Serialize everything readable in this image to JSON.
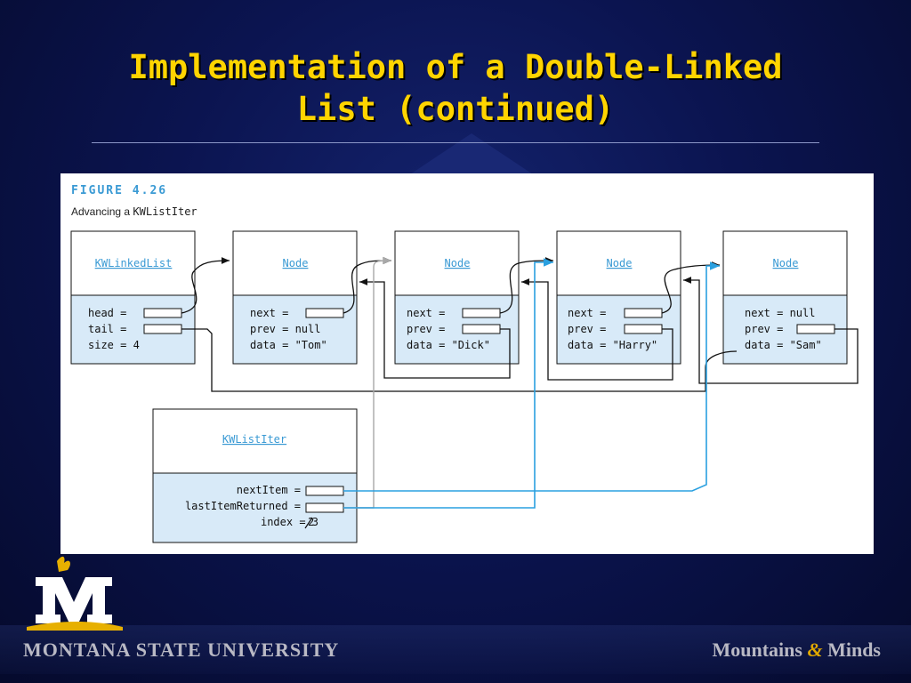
{
  "slide": {
    "title_line1": "Implementation of a Double-Linked",
    "title_line2": "List (continued)"
  },
  "figure": {
    "number": "FIGURE 4.26",
    "caption_prefix": "Advancing a ",
    "caption_class": "KWListIter",
    "list_box": {
      "title": "KWLinkedList",
      "fields": [
        "head =",
        "tail =",
        "size = 4"
      ]
    },
    "nodes": [
      {
        "title": "Node",
        "fields": [
          "next =",
          "prev = null",
          "data = \"Tom\""
        ]
      },
      {
        "title": "Node",
        "fields": [
          "next =",
          "prev =",
          "data = \"Dick\""
        ]
      },
      {
        "title": "Node",
        "fields": [
          "next =",
          "prev =",
          "data = \"Harry\""
        ]
      },
      {
        "title": "Node",
        "fields": [
          "next = null",
          "prev =",
          "data = \"Sam\""
        ]
      }
    ],
    "iter_box": {
      "title": "KWListIter",
      "fields": [
        "nextItem =",
        "lastItemReturned =",
        "index = 3"
      ],
      "old_index": "2"
    },
    "colors": {
      "accent": "#3a9ad4",
      "box_lower": "#d8eaf8",
      "current_link": "#2aa0e0",
      "old_link": "#a8a8a8",
      "line": "#111111"
    }
  },
  "footer": {
    "university": "MONTANA STATE UNIVERSITY",
    "tagline_a": "Mountains ",
    "tagline_amp": "&",
    "tagline_b": " Minds",
    "logo_letter": "M"
  }
}
